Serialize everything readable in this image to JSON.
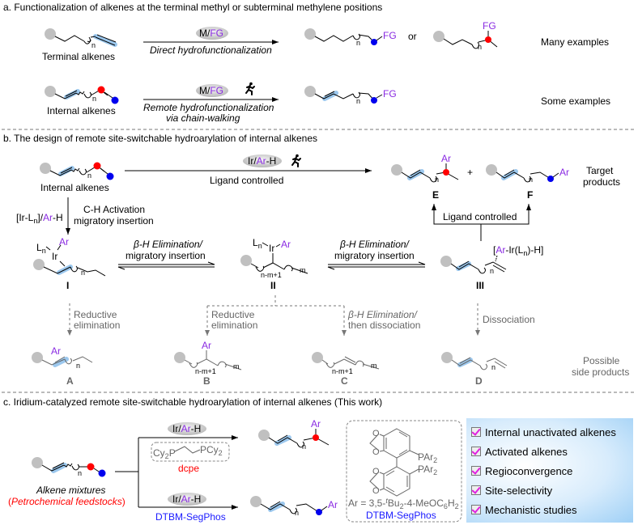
{
  "sections": {
    "a": {
      "title": "a. Functionalization of alkenes at the terminal methyl or subterminal methylene positions",
      "row1": {
        "substrate_label": "Terminal alkenes",
        "reagent_M": "M/",
        "reagent_FG": "FG",
        "arrow_caption": "Direct hydrofunctionalization",
        "product_FG": "FG",
        "or": "or",
        "product2_FG": "FG",
        "note": "Many examples",
        "n": "n"
      },
      "row2": {
        "substrate_label": "Internal alkenes",
        "reagent_M": "M/",
        "reagent_FG": "FG",
        "arrow_caption_1": "Remote hydrofunctionalization",
        "arrow_caption_2": "via chain-walking",
        "product_FG": "FG",
        "note": "Some examples",
        "n": "n"
      }
    },
    "b": {
      "title": "b. The design of remote site-switchable hydroarylation of internal alkenes",
      "substrate_label": "Internal alkenes",
      "top_reagent_Ir": "Ir/",
      "top_reagent_Ar": "Ar",
      "top_reagent_H": "-H",
      "top_caption": "Ligand controlled",
      "product_E_Ar": "Ar",
      "product_E_label": "E",
      "plus": "+",
      "product_F_Ar": "Ar",
      "product_F_label": "F",
      "target_1": "Target",
      "target_2": "products",
      "ligand_controlled_2": "Ligand controlled",
      "left_reagent_1": "[Ir-L",
      "left_reagent_n": "n",
      "left_reagent_2": "]/",
      "left_reagent_Ar": "Ar",
      "left_reagent_H": "-H",
      "left_caption_1": "C-H Activation",
      "left_caption_2": "migratory insertion",
      "eq1_caption_1": "β-H Elimination/",
      "eq1_caption_2": "migratory insertion",
      "eq2_caption_1": "β-H Elimination/",
      "eq2_caption_2": "migratory insertion",
      "int_I_label": "I",
      "int_II_label": "II",
      "int_III_label": "III",
      "int_III_complex_open": "[",
      "int_III_complex_Ar": "Ar",
      "int_III_complex_mid": "-Ir(L",
      "int_III_complex_n": "n",
      "int_III_complex_end": ")-H]",
      "Ln": "L",
      "Ln_sub": "n",
      "Ir": "Ir",
      "Ar": "Ar",
      "n": "n",
      "m": "m",
      "n_m_1": "n-m+1",
      "path_A_1": "Reductive",
      "path_A_2": "elimination",
      "path_B_1": "Reductive",
      "path_B_2": "elimination",
      "path_C_1": "β-H Elimination/",
      "path_C_2": "then dissociation",
      "path_D": "Dissociation",
      "side_A": "A",
      "side_B": "B",
      "side_C": "C",
      "side_D": "D",
      "side_note_1": "Possible",
      "side_note_2": "side products"
    },
    "c": {
      "title": "c. Iridium-catalyzed remote site-switchable hydroarylation of internal alkenes (This work)",
      "substrate_label": "Alkene mixtures",
      "substrate_sub_open": "(",
      "substrate_sub": "Petrochemical feedstocks",
      "substrate_sub_close": ")",
      "reagent_Ir": "Ir/",
      "reagent_Ar": "Ar",
      "reagent_H": "-H",
      "dcpe_left": "Cy",
      "dcpe_left_sub": "2",
      "dcpe_left_P": "P",
      "dcpe_right": "PCy",
      "dcpe_right_sub": "2",
      "dcpe_label": "dcpe",
      "segphos_label_bottom": "DTBM-SegPhos",
      "segphos_PAr2": "PAr",
      "segphos_PAr2_sub": "2",
      "segphos_ar_def_1": "Ar = 3,5-",
      "segphos_ar_def_t": "t",
      "segphos_ar_def_2": "Bu",
      "segphos_ar_def_2sub": "2",
      "segphos_ar_def_3": "-4-MeOC",
      "segphos_ar_def_6": "6",
      "segphos_ar_def_4": "H",
      "segphos_ar_def_4sub": "2",
      "segphos_box_label": "DTBM-SegPhos",
      "product_Ar_top": "Ar",
      "product_Ar_bottom": "Ar",
      "n": "n",
      "features": [
        {
          "label": "Internal unactivated alkenes",
          "checked": true
        },
        {
          "label": "Activated alkenes",
          "checked": true
        },
        {
          "label": "Regioconvergence",
          "checked": true
        },
        {
          "label": "Site-selectivity",
          "checked": true
        },
        {
          "label": "Mechanistic studies",
          "checked": true
        }
      ]
    }
  },
  "colors": {
    "aryl": "#8a2be2",
    "red_atom": "#ff0000",
    "blue_atom": "#0000ee",
    "highlight": "#9cc8ee",
    "substituent_ball": "#c0c0c0"
  }
}
